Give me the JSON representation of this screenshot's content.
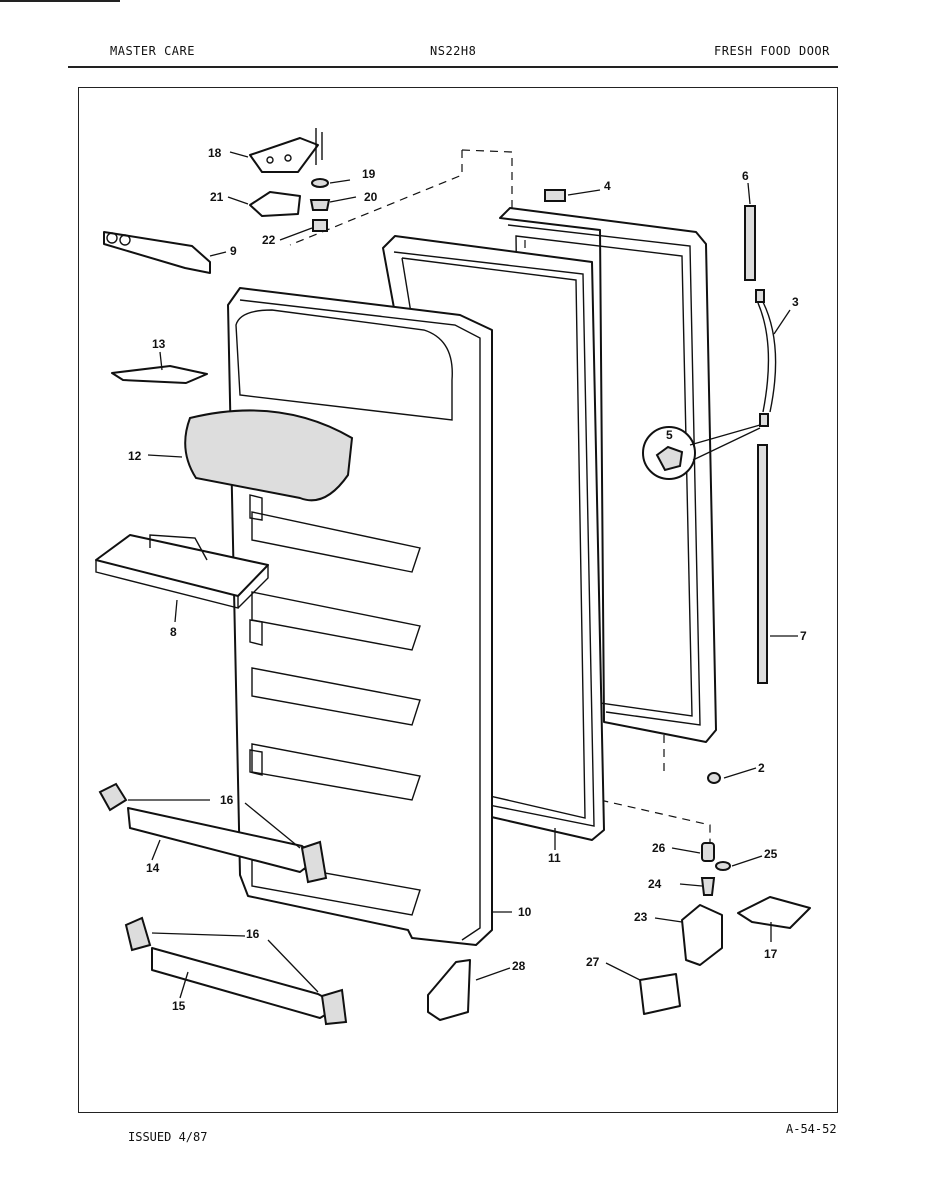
{
  "header": {
    "left": "MASTER CARE",
    "center": "NS22H8",
    "right": "FRESH FOOD DOOR"
  },
  "footer": {
    "issued": "ISSUED 4/87",
    "page_code": "A-54-52"
  },
  "callouts": {
    "c1": "18",
    "c2": "19",
    "c3": "21",
    "c4": "20",
    "c5": "22",
    "c6": "9",
    "c7": "4",
    "c8": "6",
    "c9": "3",
    "c10": "13",
    "c11": "12",
    "c12": "5",
    "c13": "8",
    "c14": "7",
    "c15": "2",
    "c16": "16",
    "c17": "14",
    "c18": "11",
    "c19": "26",
    "c20": "25",
    "c21": "24",
    "c22": "10",
    "c23": "23",
    "c24": "17",
    "c25": "16",
    "c26": "28",
    "c27": "27",
    "c28": "15"
  }
}
